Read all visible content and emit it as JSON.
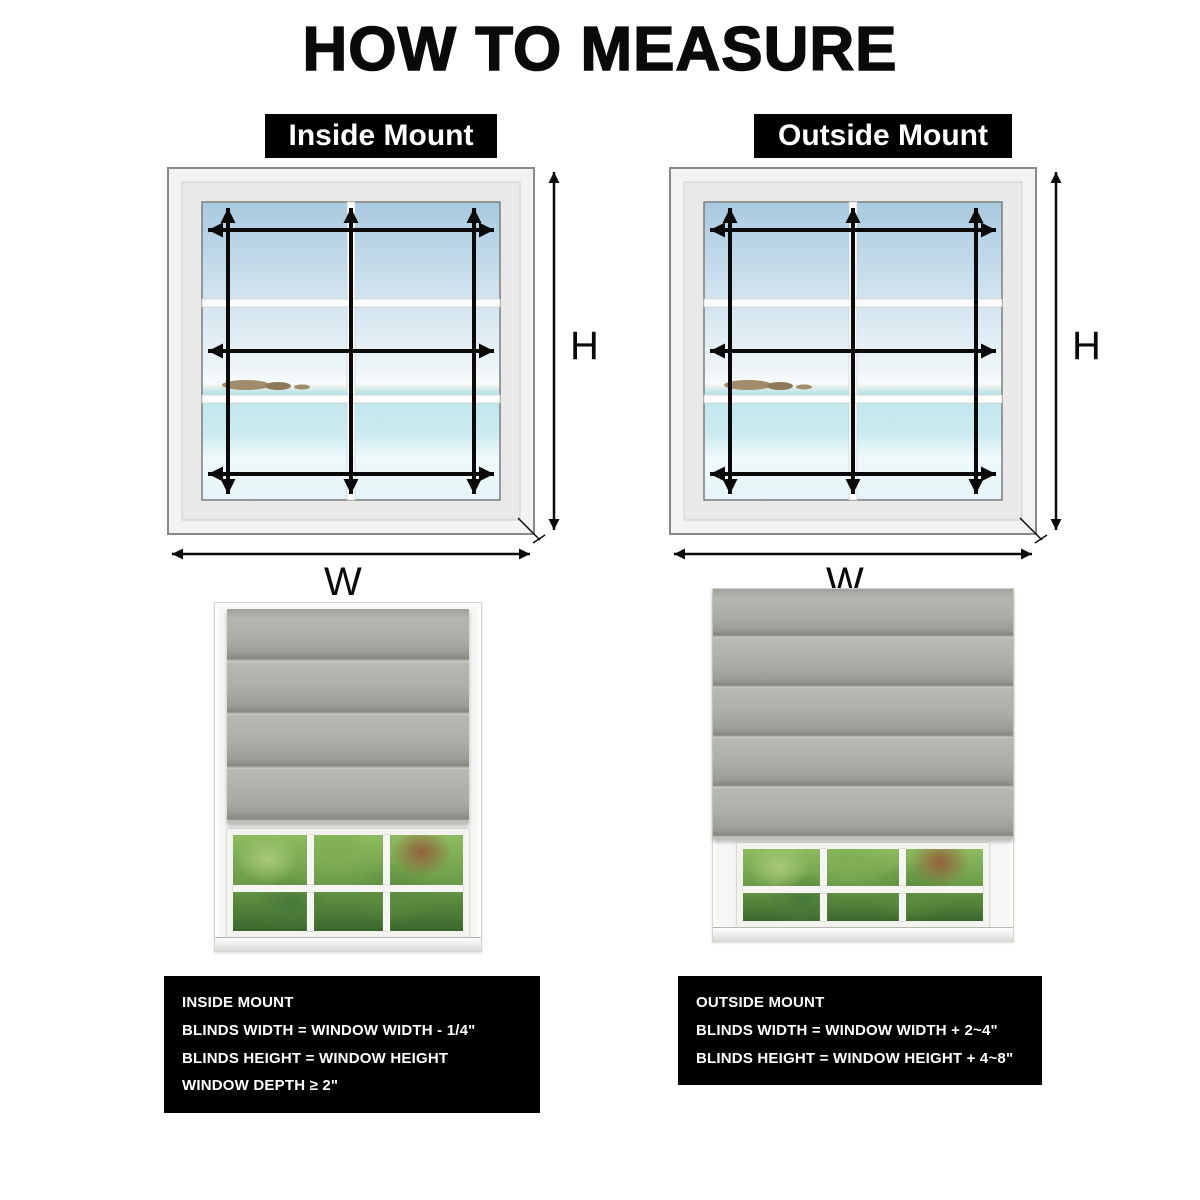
{
  "page": {
    "title": "HOW TO MEASURE"
  },
  "inside": {
    "mount_label": "Inside Mount",
    "height_label": "H",
    "width_label": "W",
    "note": {
      "title": "INSIDE MOUNT",
      "lines": [
        "BLINDS WIDTH = WINDOW WIDTH - 1/4\"",
        "BLINDS HEIGHT = WINDOW HEIGHT",
        "WINDOW DEPTH ≥ 2\""
      ]
    }
  },
  "outside": {
    "mount_label": "Outside Mount",
    "height_label": "H",
    "width_label": "W",
    "note": {
      "title": "OUTSIDE MOUNT",
      "lines": [
        "BLINDS WIDTH = WINDOW WIDTH + 2~4\"",
        "BLINDS HEIGHT = WINDOW HEIGHT + 4~8\""
      ]
    }
  },
  "colors": {
    "label_background": "#000000",
    "label_text": "#ffffff",
    "arrow": "#0a0a0a"
  }
}
